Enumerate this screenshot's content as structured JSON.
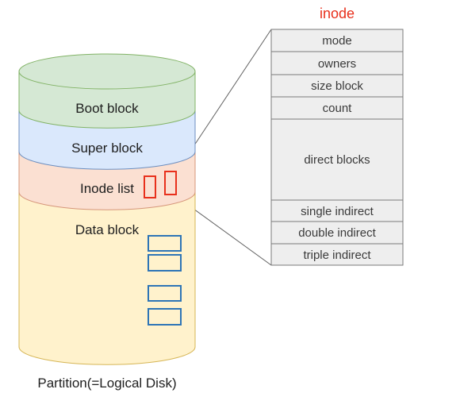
{
  "inode": {
    "title": "inode",
    "title_color": "#e8301c",
    "fields": [
      {
        "label": "mode"
      },
      {
        "label": "owners"
      },
      {
        "label": "size block"
      },
      {
        "label": "count"
      },
      {
        "label": "direct blocks"
      },
      {
        "label": "single indirect"
      },
      {
        "label": "double indirect"
      },
      {
        "label": "triple indirect"
      }
    ],
    "field_fill": "#eeeeee",
    "field_stroke": "#7a7a7a"
  },
  "disk": {
    "layers": [
      {
        "label": "Boot block",
        "fill": "#d5e8d4",
        "stroke": "#82b366"
      },
      {
        "label": "Super block",
        "fill": "#dae8fc",
        "stroke": "#6c8ebf"
      },
      {
        "label": "Inode list",
        "fill": "#fbe0d2",
        "stroke": "#d6967a"
      },
      {
        "label": "Data block",
        "fill": "#fff2cc",
        "stroke": "#d6b656"
      }
    ],
    "caption": "Partition(=Logical Disk)",
    "inode_marker_color": "#e8301c",
    "data_block_marker_color": "#2e75b6"
  }
}
